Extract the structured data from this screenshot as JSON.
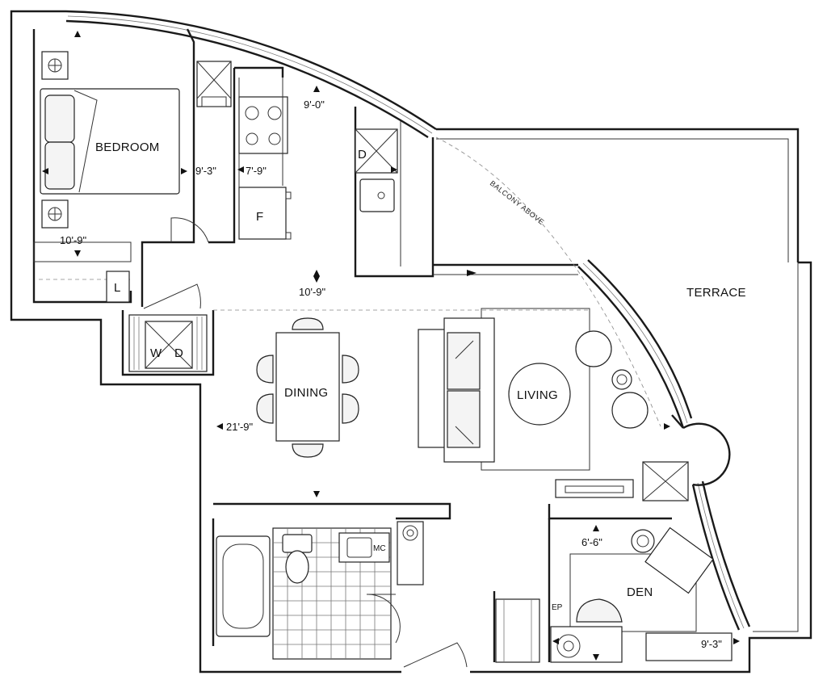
{
  "rooms": {
    "bedroom": "BEDROOM",
    "terrace": "TERRACE",
    "dining": "DINING",
    "living": "LIVING",
    "den": "DEN"
  },
  "fixtures": {
    "dishwasher": "D",
    "fridge": "F",
    "linen": "L",
    "washer": "W",
    "dryer": "D",
    "medicine_cabinet": "MC",
    "electrical_panel": "EP"
  },
  "annotations": {
    "balcony_above": "BALCONY ABOVE"
  },
  "dimensions": {
    "kitchen_depth": "9'-0\"",
    "bedroom_width": "9'-3\"",
    "kitchen_width": "7'-9\"",
    "bedroom_length": "10'-9\"",
    "living_width": "10'-9\"",
    "living_dining_length": "21'-9\"",
    "den_depth": "6'-6\"",
    "den_width": "9'-3\""
  }
}
